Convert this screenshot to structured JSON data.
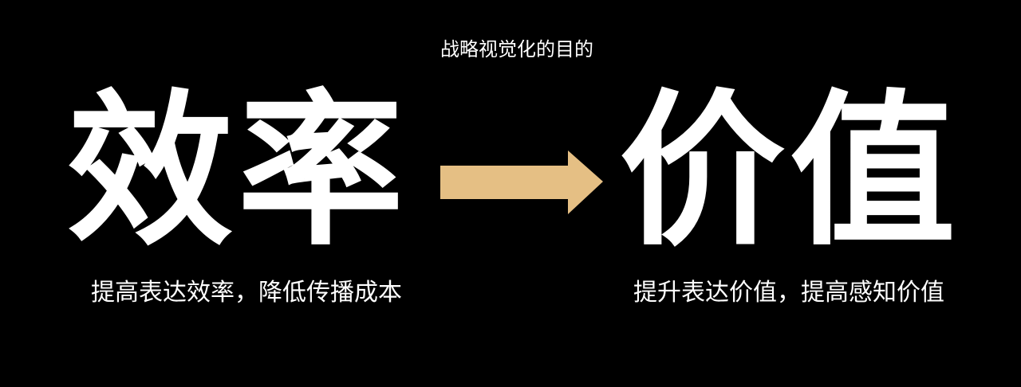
{
  "slide": {
    "subtitle": "战略视觉化的目的",
    "left_word": "效率",
    "right_word": "价值",
    "left_caption": "提高表达效率，降低传播成本",
    "right_caption": "提升表达价值，提高感知价值"
  },
  "colors": {
    "background": "#000000",
    "text": "#ffffff",
    "arrow": "#E5BF84"
  },
  "icons": {
    "arrow": "right-arrow-icon"
  }
}
